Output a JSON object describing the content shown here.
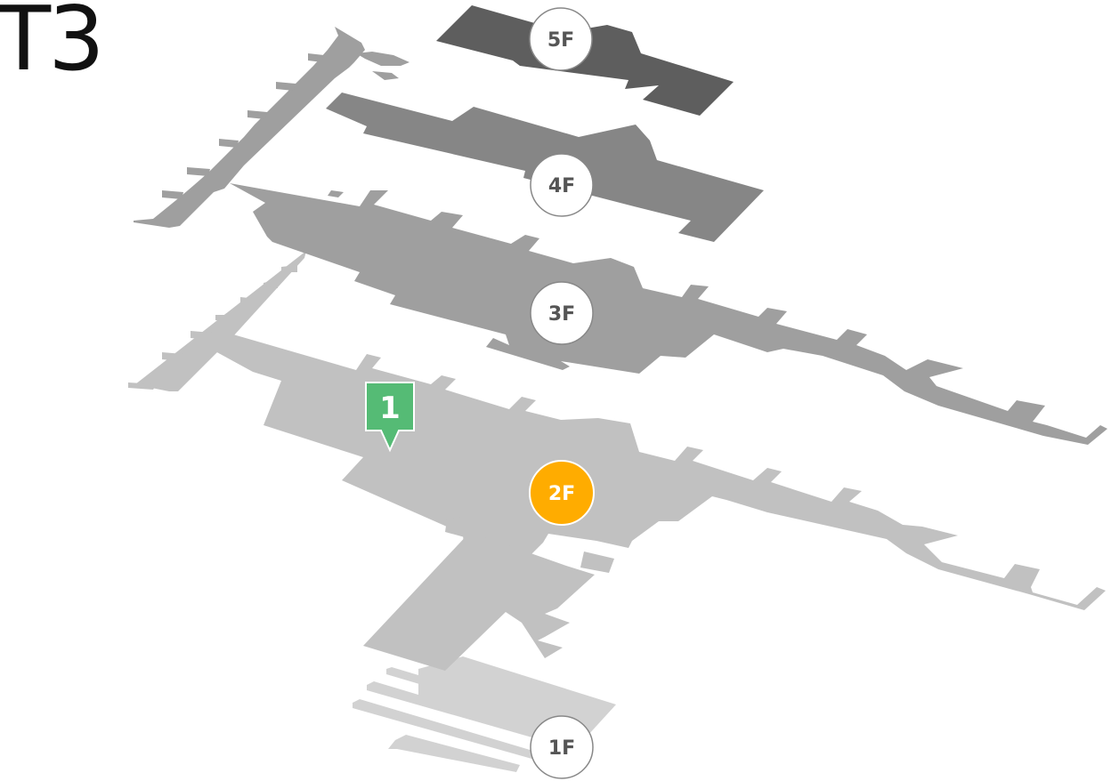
{
  "terminal": {
    "title": "T3"
  },
  "floors": [
    {
      "id": "5F",
      "label": "5F",
      "active": false,
      "color": "#5e5e5e"
    },
    {
      "id": "4F",
      "label": "4F",
      "active": false,
      "color": "#868686"
    },
    {
      "id": "3F",
      "label": "3F",
      "active": false,
      "color": "#9f9f9f"
    },
    {
      "id": "2F",
      "label": "2F",
      "active": true,
      "color": "#c1c1c1"
    },
    {
      "id": "1F",
      "label": "1F",
      "active": false,
      "color": "#d2d2d2"
    }
  ],
  "floor_badge": {
    "fill": "#ffffff",
    "stroke": "#888888",
    "text_color": "#555555",
    "active_fill": "#ffac00",
    "active_text_color": "#ffffff"
  },
  "marker": {
    "label": "1",
    "color": "#55bb75",
    "icon": "location-pin-icon"
  }
}
